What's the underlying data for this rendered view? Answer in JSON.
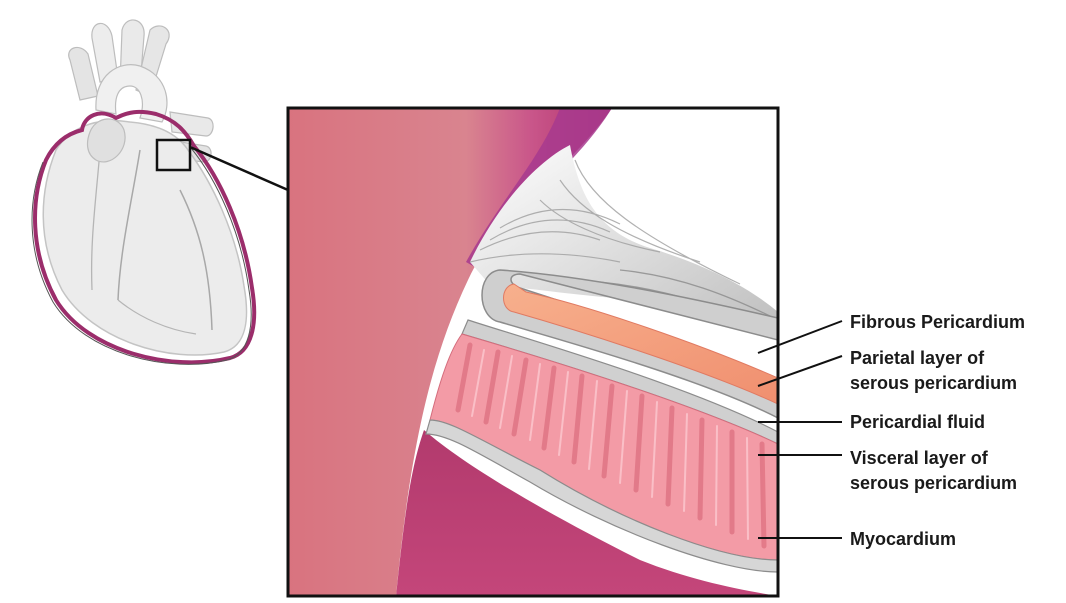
{
  "labels": {
    "fibrous_pericardium": "Fibrous Pericardium",
    "parietal_line1": "Parietal layer of",
    "parietal_line2": "serous pericardium",
    "pericardial_fluid": "Pericardial fluid",
    "visceral_line1": "Visceral layer of",
    "visceral_line2": "serous pericardium",
    "myocardium": "Myocardium"
  },
  "colors": {
    "pericardium_outline": "#9b2d6b",
    "heart_fill": "#e9e9e9",
    "wall_pink": "#d4707f",
    "wall_magenta": "#b0306a",
    "myocardium_pink": "#f39ba6",
    "fluid_orange": "#f4a27c",
    "serous_grey": "#d6d6d6",
    "frame": "#111111"
  }
}
